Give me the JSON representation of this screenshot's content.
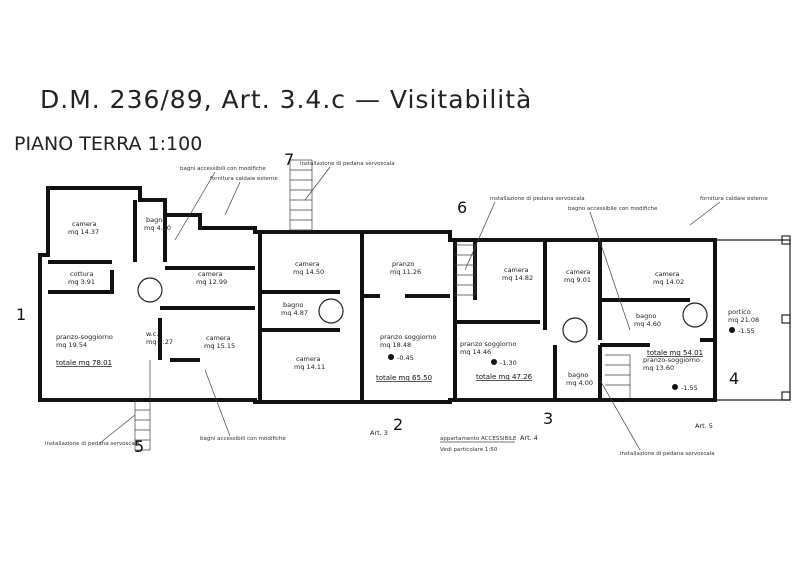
{
  "header": {
    "title": "D.M. 236/89, Art. 3.4.c — Visitabilità",
    "subtitle": "PIANO TERRA 1:100"
  },
  "rooms": [
    {
      "name": "camera",
      "area": "mq 14.37"
    },
    {
      "name": "cottura",
      "area": "mq 3.91"
    },
    {
      "name": "bagno",
      "area": "mq 4.50"
    },
    {
      "name": "camera",
      "area": "mq 12.99"
    },
    {
      "name": "pranzo-soggiorno",
      "area": "mq 19.54"
    },
    {
      "name": "w.c.",
      "area": "mq 3.27"
    },
    {
      "name": "camera",
      "area": "mq 15.15"
    },
    {
      "name": "camera",
      "area": "mq 14.50"
    },
    {
      "name": "pranzo",
      "area": "mq 11.26"
    },
    {
      "name": "bagno",
      "area": "mq 4.87"
    },
    {
      "name": "camera",
      "area": "mq 14.11"
    },
    {
      "name": "pranzo soggiorno",
      "area": "mq 18.48"
    },
    {
      "name": "camera",
      "area": "mq 14.82"
    },
    {
      "name": "camera",
      "area": "mq 9.01"
    },
    {
      "name": "camera",
      "area": "mq 14.02"
    },
    {
      "name": "bagno",
      "area": "mq 4.60"
    },
    {
      "name": "portico",
      "area": "mq 21.08"
    },
    {
      "name": "pranzo soggiorno",
      "area": "mq 14.46"
    },
    {
      "name": "bagno",
      "area": "mq 4.00"
    },
    {
      "name": "pranzo-soggiorno",
      "area": "mq 13.60"
    }
  ],
  "totals": [
    "totale mq 78.01",
    "totale mq 65.50",
    "totale mq 47.26",
    "totale mq 54.01"
  ],
  "markers": [
    "1",
    "2",
    "3",
    "4",
    "5",
    "6",
    "7"
  ],
  "articles": [
    "Art. 3",
    "Art. 4",
    "Art. 5"
  ],
  "annotations": {
    "pedana": "installazione di pedana servoscala",
    "bagni": "bagni accessibili con modifiche",
    "bagno": "bagno accessibile con modifiche",
    "caldaie": "fornitura caldaie esterne",
    "accessibile": "appartamento ACCESSIBILE",
    "particolare": "Vedi particolare 1:50"
  },
  "levels": [
    "-1.30",
    "-0.45",
    "-1.55",
    "-1.55"
  ]
}
